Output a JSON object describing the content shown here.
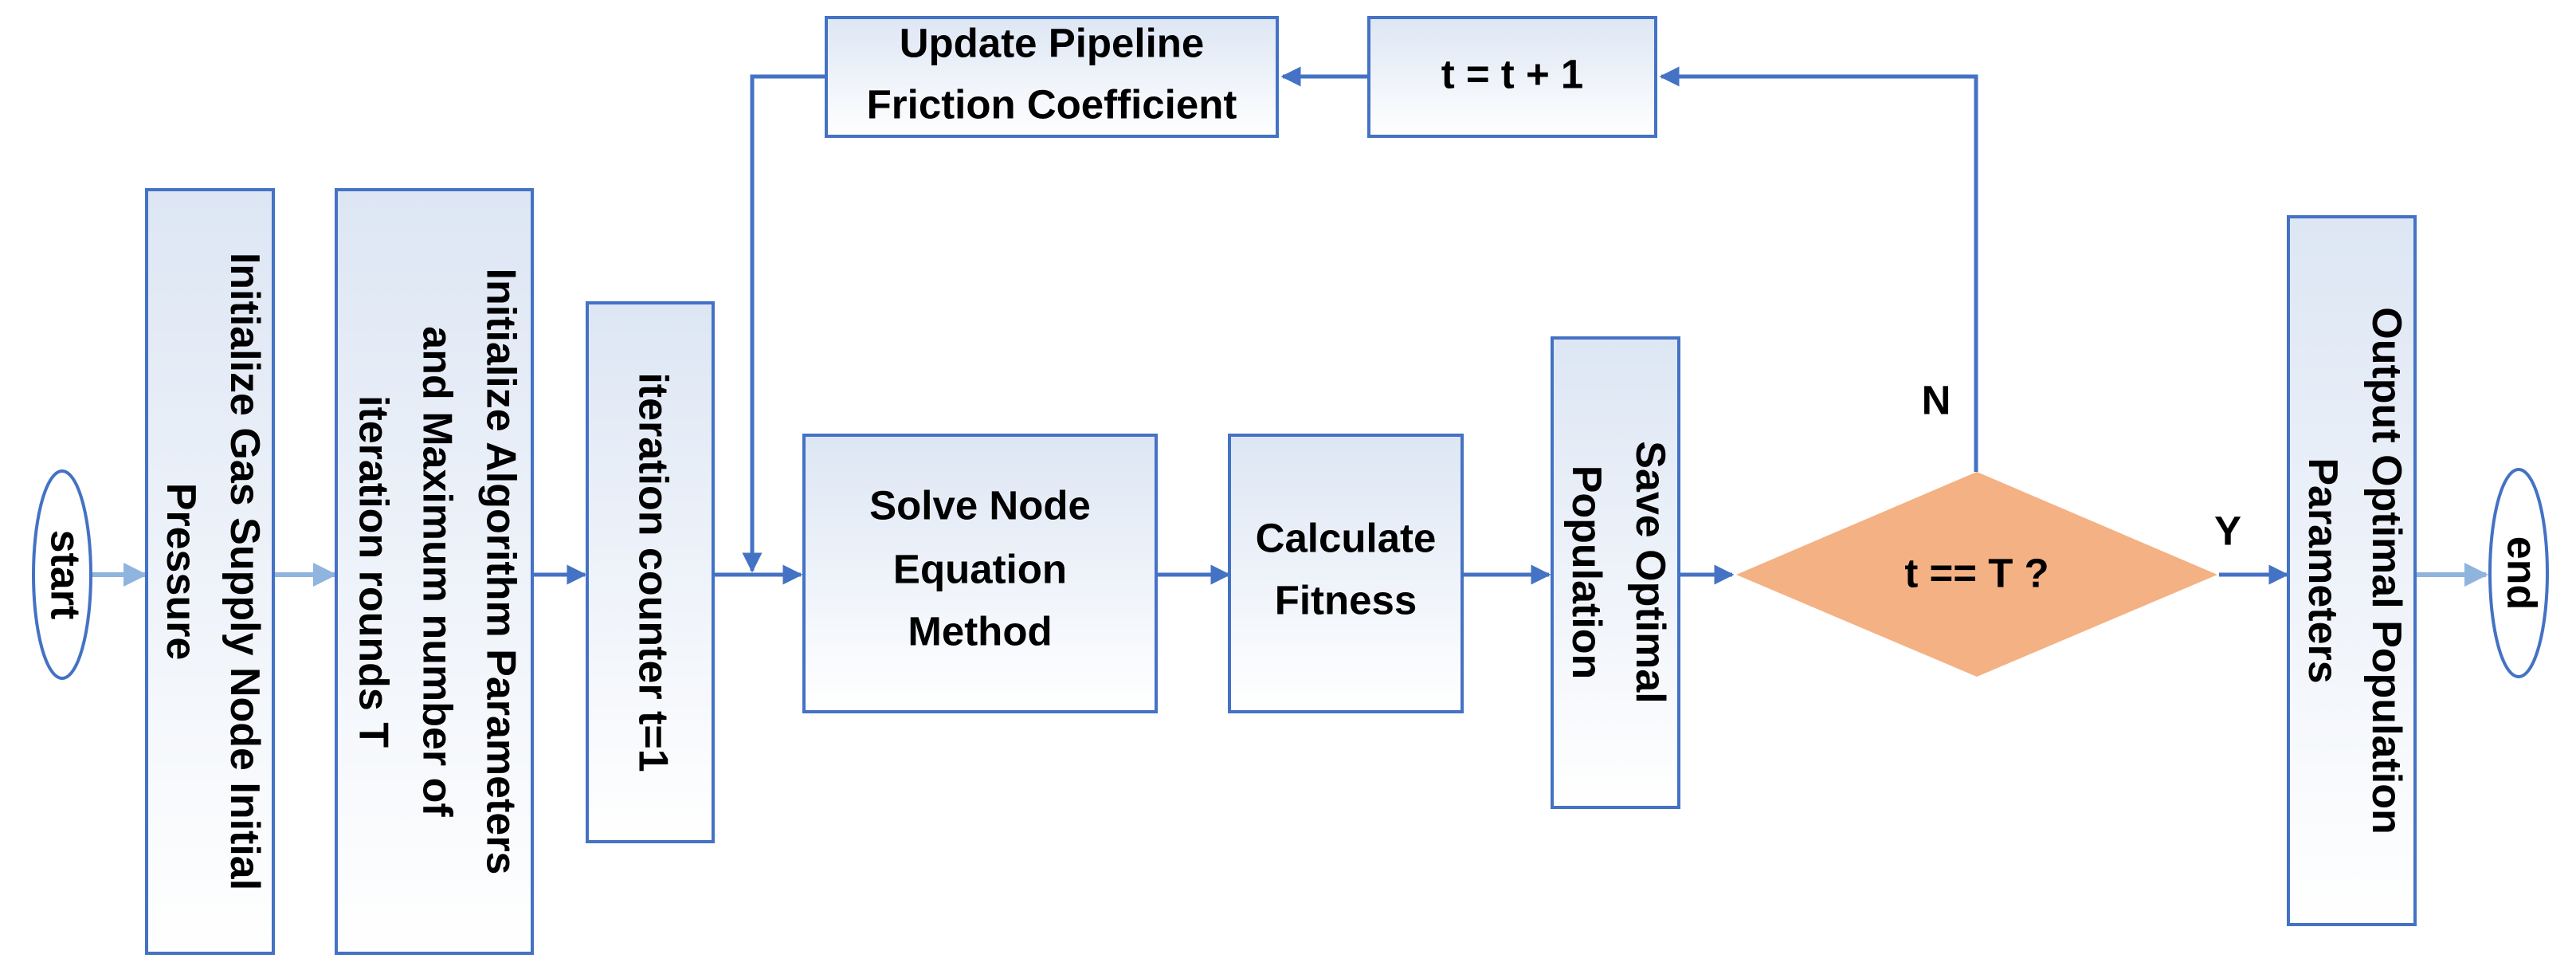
{
  "nodes": {
    "start": "start",
    "init_pressure": [
      "Initialize Gas Supply Node Initial",
      "Pressure"
    ],
    "init_params": [
      "Initialize Algorithm Parameters",
      "and Maximum number of",
      "iteration rounds T"
    ],
    "iter_counter": [
      "iteration counter t=1"
    ],
    "solve_node": [
      "Solve Node",
      "Equation",
      "Method"
    ],
    "calc_fitness": [
      "Calculate",
      "Fitness"
    ],
    "save_optimal": [
      "Save Optimal",
      "Population"
    ],
    "decision": "t == T ?",
    "output_optimal": [
      "Output Optimal Population",
      "Parameters"
    ],
    "end": "end",
    "t_increment": "t = t + 1",
    "update_friction": [
      "Update Pipeline",
      "Friction Coefficient"
    ]
  },
  "edge_labels": {
    "no": "N",
    "yes": "Y"
  },
  "colors": {
    "box_border": "#4472c4",
    "box_fill_top": "#dde6f4",
    "box_fill_bottom": "#ffffff",
    "decision_fill": "#f4b183",
    "arrow_dark": "#4472c4",
    "arrow_light": "#8fb4de"
  }
}
